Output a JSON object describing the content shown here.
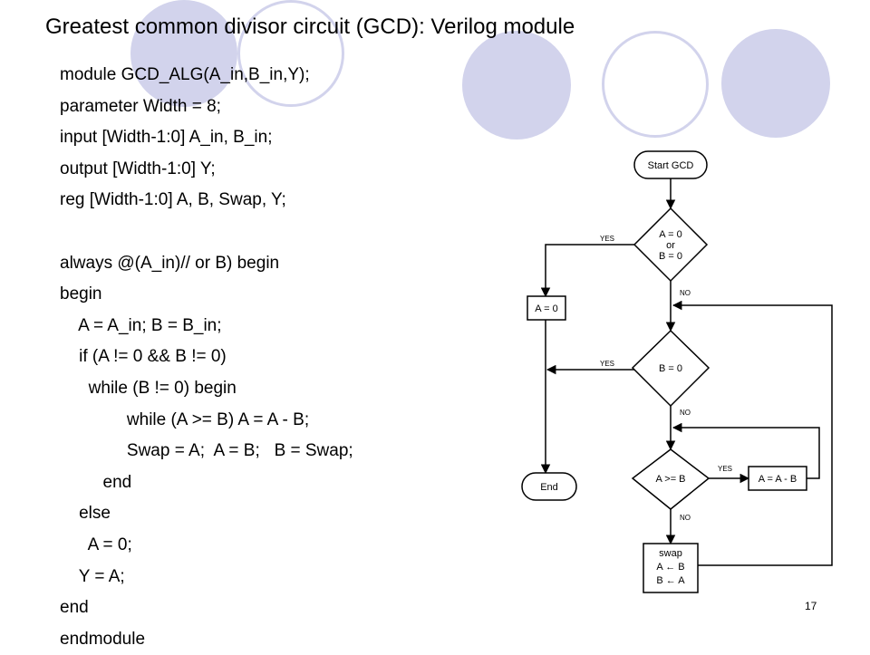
{
  "slide": {
    "title": "Greatest common divisor circuit (GCD): Verilog module",
    "code_lines": [
      "module GCD_ALG(A_in,B_in,Y);",
      "parameter Width = 8;",
      "input [Width-1:0] A_in, B_in;",
      "output [Width-1:0] Y;",
      "reg [Width-1:0] A, B, Swap, Y;",
      "",
      "always @(A_in)// or B) begin",
      "begin",
      "    A = A_in; B = B_in;",
      "    if (A != 0 && B != 0)",
      "      while (B != 0) begin",
      "              while (A >= B) A = A - B;",
      "              Swap = A;  A = B;   B = Swap;",
      "         end",
      "    else",
      "      A = 0;",
      "    Y = A;",
      "end",
      "endmodule"
    ],
    "slide_number": "17"
  },
  "flowchart": {
    "start": "Start GCD",
    "decision_ab_zero": [
      "A = 0",
      "or",
      "B = 0"
    ],
    "assign_a_zero": "A = 0",
    "decision_b_zero": "B = 0",
    "end": "End",
    "decision_a_ge_b": "A >= B",
    "subtract": "A = A - B",
    "swap": [
      "swap",
      "A ← B",
      "B ← A"
    ],
    "yes_label": "YES",
    "no_label": "NO"
  },
  "theme": {
    "decor_color": "#d2d3ec"
  }
}
